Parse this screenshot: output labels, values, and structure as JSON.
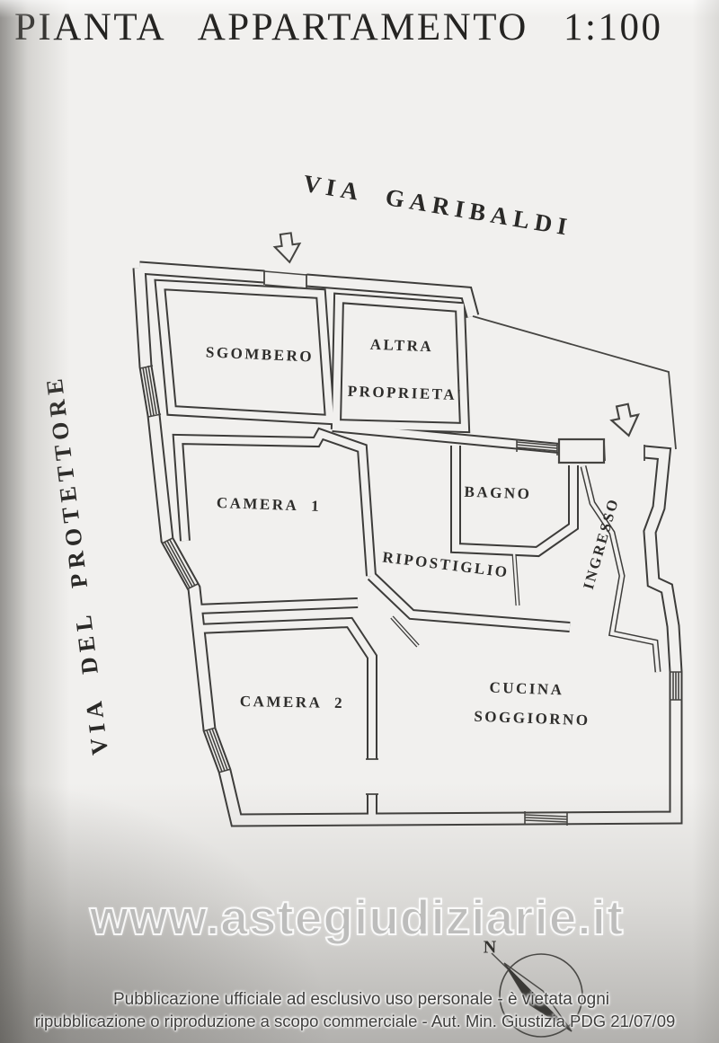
{
  "title": "PIANTA APPARTAMENTO 1:100",
  "streets": {
    "top": "VIA GARIBALDI",
    "left": "VIA DEL PROTETTORE"
  },
  "rooms": {
    "sgombero": "SGOMBERO",
    "altra_line1": "ALTRA",
    "altra_line2": "PROPRIETA'",
    "camera1": "CAMERA 1",
    "bagno": "BAGNO",
    "ripostiglio": "RIPOSTIGLIO",
    "ingresso": "INGRESSO",
    "camera2": "CAMERA 2",
    "cucina_line1": "CUCINA",
    "cucina_line2": "SOGGIORNO"
  },
  "compass": {
    "north": "N"
  },
  "watermark": "www.astegiudiziarie.it",
  "footer": {
    "line1": "Pubblicazione ufficiale ad esclusivo uso personale - è vietata ogni",
    "line2": "ripubblicazione o riproduzione a scopo commerciale - Aut. Min. Giustizia PDG 21/07/09"
  },
  "colors": {
    "ink": "#3d3c3a",
    "paper": "#f1f0ee"
  }
}
